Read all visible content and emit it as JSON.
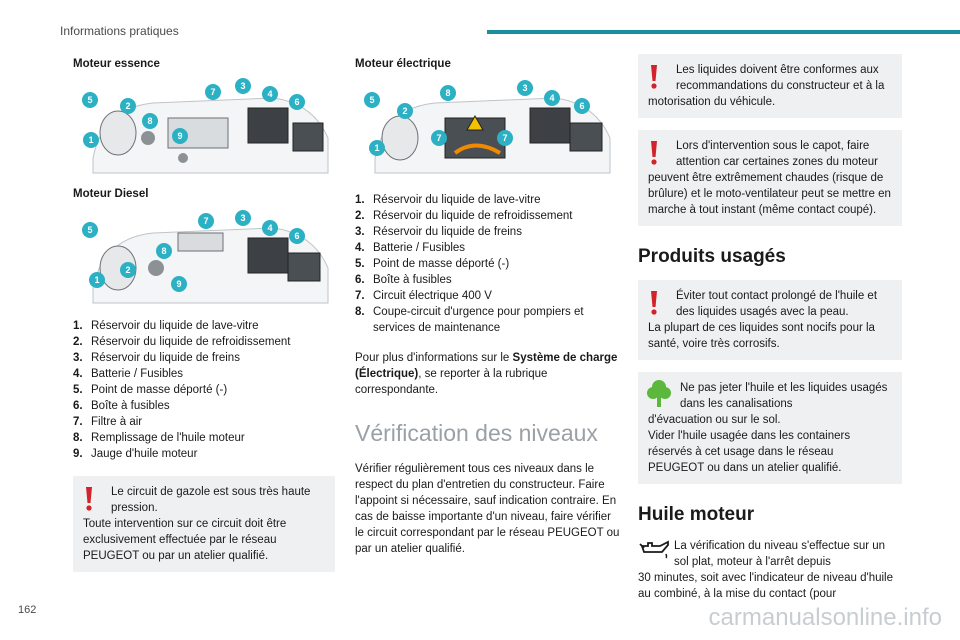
{
  "header": {
    "title": "Informations pratiques"
  },
  "page_number": "162",
  "watermark": "carmanualsonline.info",
  "col1": {
    "essence_title": "Moteur essence",
    "diesel_title": "Moteur Diesel",
    "items": [
      {
        "n": "1.",
        "t": "Réservoir du liquide de lave-vitre"
      },
      {
        "n": "2.",
        "t": "Réservoir du liquide de refroidissement"
      },
      {
        "n": "3.",
        "t": "Réservoir du liquide de freins"
      },
      {
        "n": "4.",
        "t": "Batterie / Fusibles"
      },
      {
        "n": "5.",
        "t": "Point de masse déporté (-)"
      },
      {
        "n": "6.",
        "t": "Boîte à fusibles"
      },
      {
        "n": "7.",
        "t": "Filtre à air"
      },
      {
        "n": "8.",
        "t": "Remplissage de l'huile moteur"
      },
      {
        "n": "9.",
        "t": "Jauge d'huile moteur"
      }
    ],
    "warning_first": "Le circuit de gazole est sous très haute pression.",
    "warning_rest": "Toute intervention sur ce circuit doit être exclusivement effectuée par le réseau PEUGEOT ou par un atelier qualifié."
  },
  "col2": {
    "electric_title": "Moteur électrique",
    "items": [
      {
        "n": "1.",
        "t": "Réservoir du liquide de lave-vitre"
      },
      {
        "n": "2.",
        "t": "Réservoir du liquide de refroidissement"
      },
      {
        "n": "3.",
        "t": "Réservoir du liquide de freins"
      },
      {
        "n": "4.",
        "t": "Batterie / Fusibles"
      },
      {
        "n": "5.",
        "t": "Point de masse déporté (-)"
      },
      {
        "n": "6.",
        "t": "Boîte à fusibles"
      },
      {
        "n": "7.",
        "t": "Circuit électrique 400 V"
      },
      {
        "n": "8.",
        "t": "Coupe-circuit d'urgence pour pompiers et services de maintenance"
      }
    ],
    "info_pre": "Pour plus d'informations sur le ",
    "info_bold": "Système de charge (Électrique)",
    "info_post": ", se reporter à la rubrique correspondante.",
    "verif_title": "Vérification des niveaux",
    "verif_text": "Vérifier régulièrement tous ces niveaux dans le respect du plan d'entretien du constructeur. Faire l'appoint si nécessaire, sauf indication contraire. En cas de baisse importante d'un niveau, faire vérifier le circuit correspondant par le réseau PEUGEOT ou par un atelier qualifié."
  },
  "col3": {
    "warn1_first": "Les liquides doivent être conformes aux recommandations du constructeur et à la",
    "warn1_rest": "motorisation du véhicule.",
    "warn2_first": "Lors d'intervention sous le capot, faire attention car certaines zones du moteur",
    "warn2_rest": "peuvent être extrêmement chaudes (risque de brûlure) et le moto-ventilateur peut se mettre en marche à tout instant (même contact coupé).",
    "produits_title": "Produits usagés",
    "warn3_first": "Éviter tout contact prolongé de l'huile et des liquides usagés avec la peau.",
    "warn3_rest": "La plupart de ces liquides sont nocifs pour la santé, voire très corrosifs.",
    "eco_first": "Ne pas jeter l'huile et les liquides usagés dans les canalisations",
    "eco_rest1": "d'évacuation ou sur le sol.",
    "eco_rest2": "Vider l'huile usagée dans les containers réservés à cet usage dans le réseau PEUGEOT ou dans un atelier qualifié.",
    "huile_title": "Huile moteur",
    "huile_first": "La vérification du niveau s'effectue sur un sol plat, moteur à l'arrêt depuis",
    "huile_rest": "30 minutes, soit avec l'indicateur de niveau d'huile au combiné, à la mise du contact (pour"
  },
  "callout_color": "#2bb0c4",
  "warning_color": "#d2232a",
  "eco_color": "#5cb83c"
}
